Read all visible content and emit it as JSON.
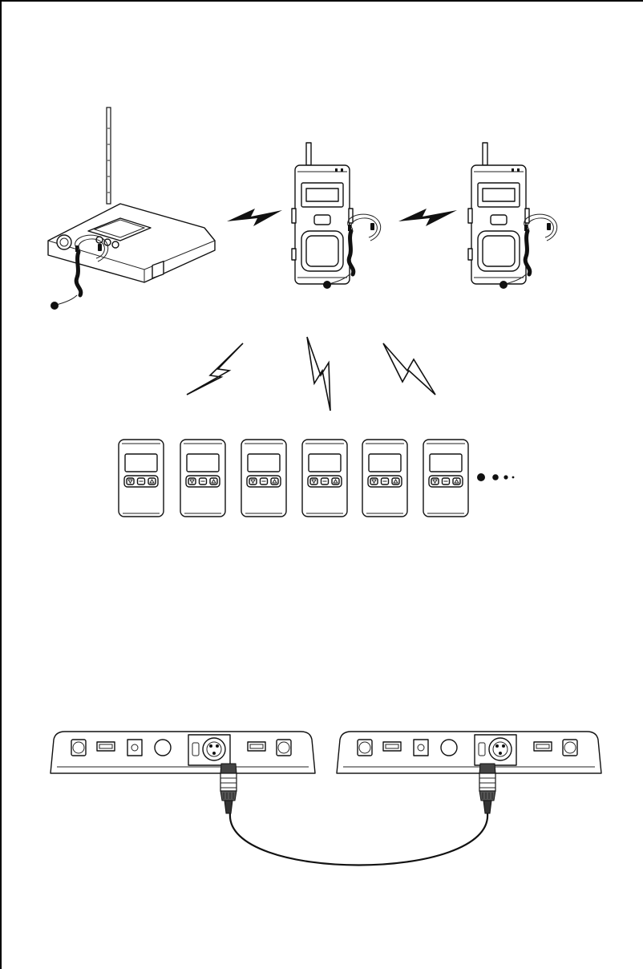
{
  "diagram": {
    "top_section": {
      "base_station": "base-station",
      "transmitters": [
        "transmitter-1",
        "transmitter-2"
      ],
      "receivers_count": 6,
      "more_indicator": "ellipsis-dots"
    },
    "bottom_section": {
      "units": [
        "rear-panel-left",
        "rear-panel-right"
      ],
      "cable": "xlr-cable"
    }
  },
  "icons": {
    "wireless": "lightning-bolt-icon",
    "headset": "headset-icon",
    "xlr": "xlr-connector-icon"
  },
  "colors": {
    "line": "#111111",
    "fill": "#ffffff",
    "shade": "#cccccc"
  }
}
